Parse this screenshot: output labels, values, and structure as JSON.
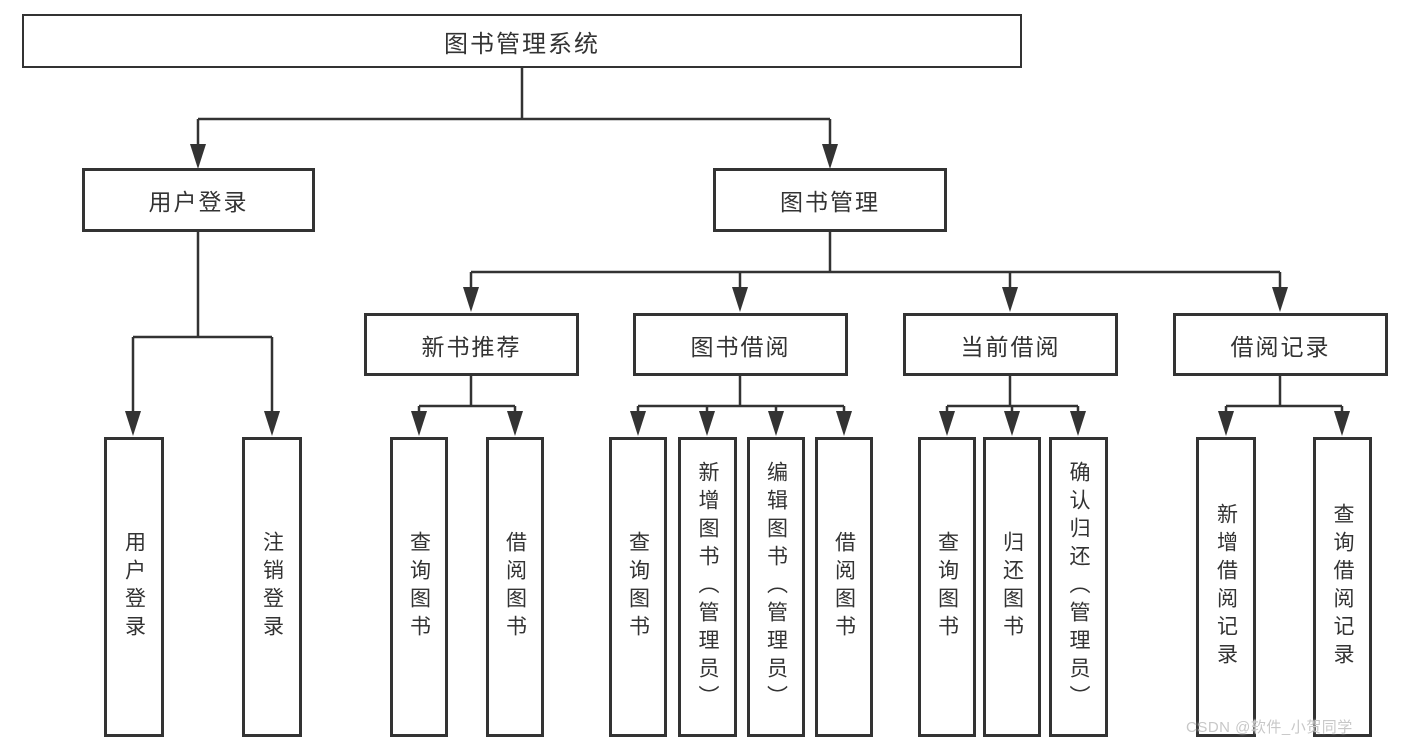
{
  "tree": {
    "root": {
      "label": "图书管理系统",
      "children": [
        {
          "label": "用户登录",
          "children": [
            {
              "label": "用户登录"
            },
            {
              "label": "注销登录"
            }
          ]
        },
        {
          "label": "图书管理",
          "children": [
            {
              "label": "新书推荐",
              "children": [
                {
                  "label": "查询图书"
                },
                {
                  "label": "借阅图书"
                }
              ]
            },
            {
              "label": "图书借阅",
              "children": [
                {
                  "label": "查询图书"
                },
                {
                  "label": "新增图书（管理员）"
                },
                {
                  "label": "编辑图书（管理员）"
                },
                {
                  "label": "借阅图书"
                }
              ]
            },
            {
              "label": "当前借阅",
              "children": [
                {
                  "label": "查询图书"
                },
                {
                  "label": "归还图书"
                },
                {
                  "label": "确认归还（管理员）"
                }
              ]
            },
            {
              "label": "借阅记录",
              "children": [
                {
                  "label": "新增借阅记录"
                },
                {
                  "label": "查询借阅记录"
                }
              ]
            }
          ]
        }
      ]
    }
  },
  "watermark": {
    "text": "CSDN @软件_小贺同学"
  },
  "colors": {
    "line": "#333333",
    "border": "#333333",
    "text": "#333333",
    "box_fill": "#ffffff",
    "background": "#ffffff",
    "watermark": "#c8c8c8"
  }
}
